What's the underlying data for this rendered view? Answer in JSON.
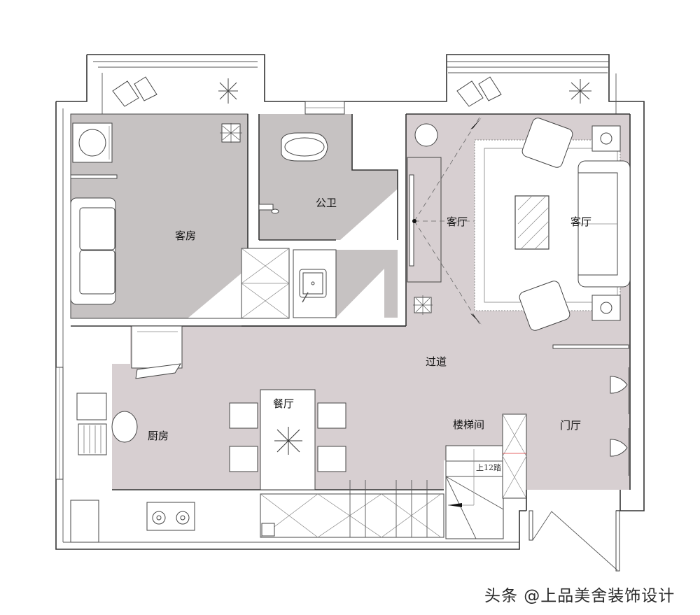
{
  "floor_plan": {
    "rooms": [
      {
        "id": "guest-room",
        "label": "客房"
      },
      {
        "id": "public-bathroom",
        "label": "公卫"
      },
      {
        "id": "living-room-tv",
        "label": "客厅"
      },
      {
        "id": "living-room-sofa",
        "label": "客厅"
      },
      {
        "id": "corridor",
        "label": "过道"
      },
      {
        "id": "dining-room",
        "label": "餐厅"
      },
      {
        "id": "kitchen",
        "label": "厨房"
      },
      {
        "id": "stairwell",
        "label": "楼梯间"
      },
      {
        "id": "foyer",
        "label": "门厅"
      }
    ],
    "stair_note": "上12踏",
    "colors": {
      "wet_floor": "#c6c2c2",
      "living_floor": "#d7cfd1",
      "wall": "#333333",
      "background": "#ffffff"
    }
  },
  "watermark": "头条 @上品美舍装饰设计"
}
